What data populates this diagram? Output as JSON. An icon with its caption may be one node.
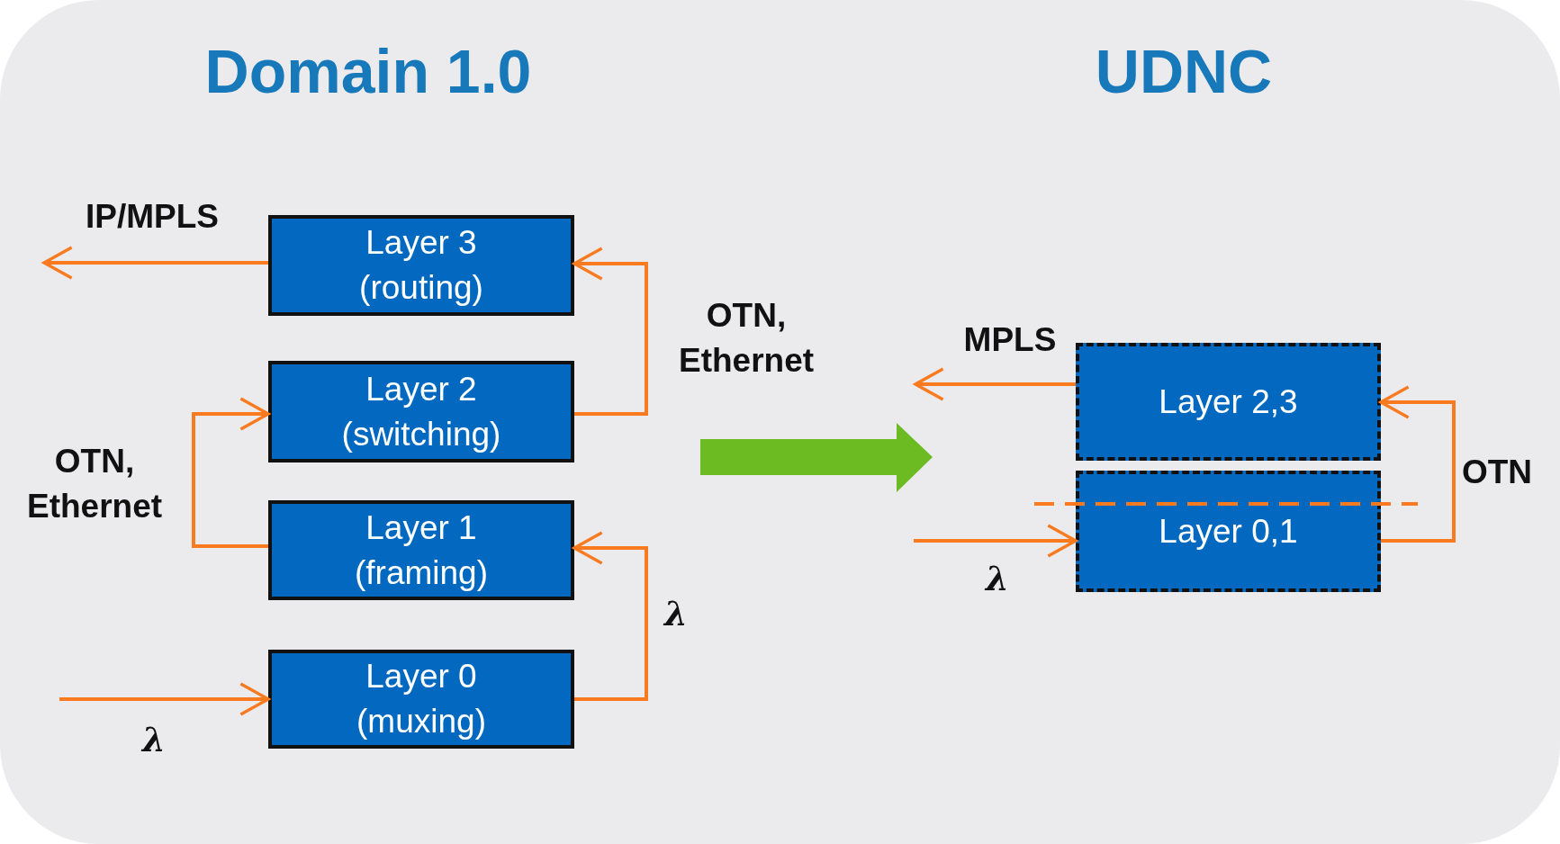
{
  "diagram": {
    "nodes": [
      {
        "text": [
          "Layer 3 (routing)"
        ]
      },
      {
        "text": [
          "Layer 2 (switching)"
        ]
      },
      {
        "text": [
          "Layer 1 (framing)"
        ]
      },
      {
        "text": [
          "Layer 0 (muxing)"
        ]
      },
      {
        "text": [
          "Layer 2,3"
        ]
      },
      {
        "text": [
          "Layer 0,1"
        ]
      }
    ],
    "edges": [
      {
        "from": 0,
        "to": null,
        "arrow": "to",
        "label": "IP/MPLS"
      },
      {
        "from": 1,
        "to": 0,
        "arrow": "to",
        "label": "OTN, Ethernet"
      },
      {
        "from": 2,
        "to": 1,
        "arrow": "to",
        "label": "OTN, Ethernet"
      },
      {
        "from": 3,
        "to": 2,
        "arrow": "to",
        "label": "λ"
      },
      {
        "from": null,
        "to": 3,
        "arrow": "to",
        "label": "λ"
      },
      {
        "from": 4,
        "to": null,
        "arrow": "to",
        "label": "MPLS"
      },
      {
        "from": 5,
        "to": 4,
        "arrow": "to",
        "label": "OTN"
      },
      {
        "from": null,
        "to": 5,
        "arrow": "to",
        "label": "λ"
      }
    ],
    "labels": [
      "Domain 1.0",
      "UDNC"
    ]
  }
}
